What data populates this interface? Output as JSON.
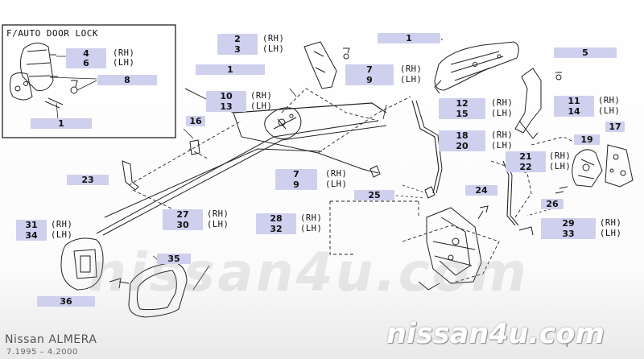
{
  "inset": {
    "title": "F/AUTO DOOR LOCK"
  },
  "callouts": [
    {
      "label": "4"
    },
    {
      "label": "6"
    },
    {
      "label": "8"
    },
    {
      "label": "1"
    },
    {
      "label": "2"
    },
    {
      "label": "3"
    },
    {
      "label": "1"
    },
    {
      "label": "1"
    },
    {
      "label": "7"
    },
    {
      "label": "9"
    },
    {
      "label": "10"
    },
    {
      "label": "13"
    },
    {
      "label": "16"
    },
    {
      "label": "5"
    },
    {
      "label": "12"
    },
    {
      "label": "15"
    },
    {
      "label": "11"
    },
    {
      "label": "14"
    },
    {
      "label": "18"
    },
    {
      "label": "20"
    },
    {
      "label": "17"
    },
    {
      "label": "19"
    },
    {
      "label": "21"
    },
    {
      "label": "22"
    },
    {
      "label": "23"
    },
    {
      "label": "7"
    },
    {
      "label": "9"
    },
    {
      "label": "25"
    },
    {
      "label": "24"
    },
    {
      "label": "26"
    },
    {
      "label": "27"
    },
    {
      "label": "30"
    },
    {
      "label": "28"
    },
    {
      "label": "32"
    },
    {
      "label": "29"
    },
    {
      "label": "33"
    },
    {
      "label": "31"
    },
    {
      "label": "34"
    },
    {
      "label": "35"
    },
    {
      "label": "36"
    }
  ],
  "side_labels": {
    "rh": "(RH)",
    "lh": "(LH)"
  },
  "watermark": {
    "center": "nissan4u.com",
    "corner": "nissan4u.com"
  },
  "footer": {
    "brand": "Nissan  ALMERA",
    "years": "7.1995  –  4.2000",
    "page_mark": "ı"
  }
}
